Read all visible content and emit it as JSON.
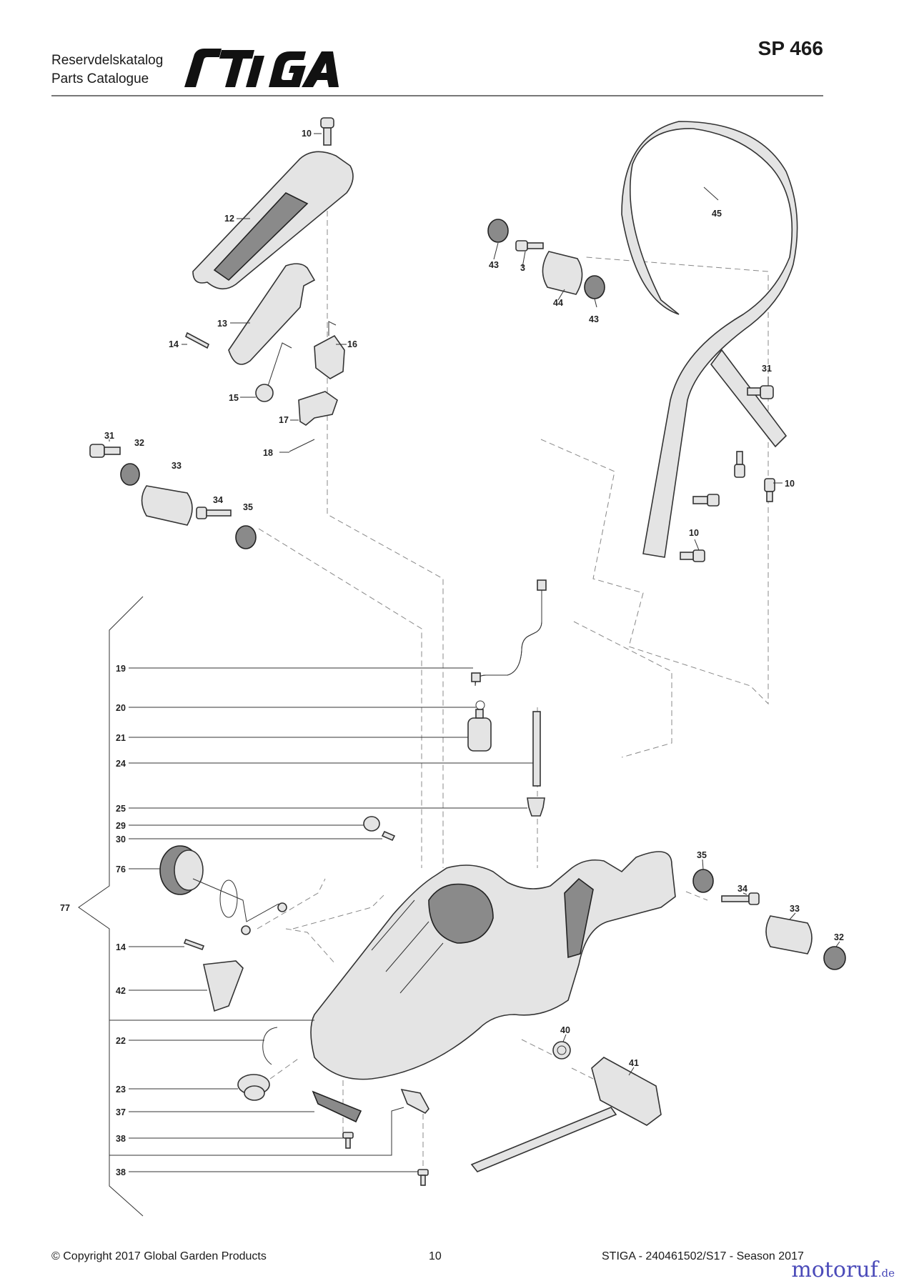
{
  "header": {
    "catalog_line1": "Reservdelskatalog",
    "catalog_line2": "Parts Catalogue",
    "brand": "STIGA",
    "model": "SP 466"
  },
  "footer": {
    "copyright": "© Copyright 2017 Global Garden Products",
    "page_number": "10",
    "doc_ref": "STIGA - 240461502/S17 - Season 2017"
  },
  "watermark": {
    "name": "motoruf",
    "domain": ".de"
  },
  "callouts": [
    "10",
    "12",
    "13",
    "14",
    "15",
    "16",
    "17",
    "18",
    "31",
    "32",
    "33",
    "34",
    "35",
    "43",
    "3",
    "44",
    "43",
    "45",
    "31",
    "10",
    "10",
    "19",
    "20",
    "21",
    "24",
    "25",
    "29",
    "30",
    "76",
    "77",
    "14",
    "42",
    "22",
    "23",
    "37",
    "38",
    "38",
    "35",
    "34",
    "33",
    "32",
    "40",
    "41"
  ]
}
